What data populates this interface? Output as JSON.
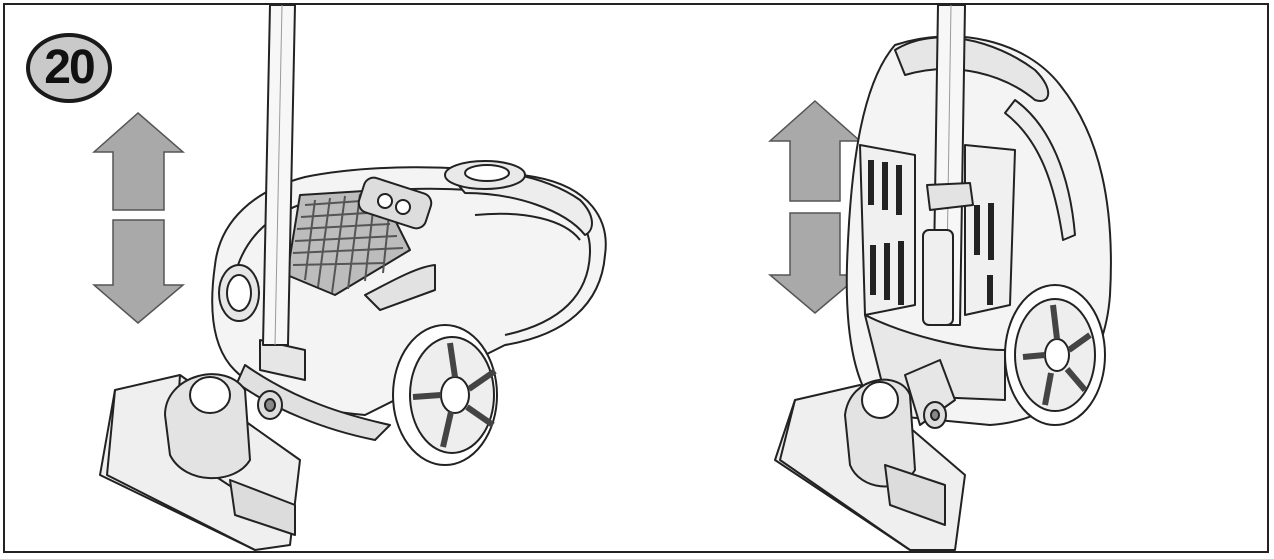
{
  "figure": {
    "step_number": "20",
    "colors": {
      "arrow_fill": "#a9a9a9",
      "arrow_stroke": "#555555",
      "badge_fill": "#c9c9c9",
      "line": "#222222",
      "body_shade": "#e9e9e9"
    },
    "panels": [
      {
        "id": "left",
        "arrows": [
          "up",
          "down"
        ],
        "view": "vacuum-cleaner-front-three-quarter"
      },
      {
        "id": "right",
        "arrows": [
          "up",
          "down"
        ],
        "view": "vacuum-cleaner-upright-parked"
      }
    ]
  }
}
